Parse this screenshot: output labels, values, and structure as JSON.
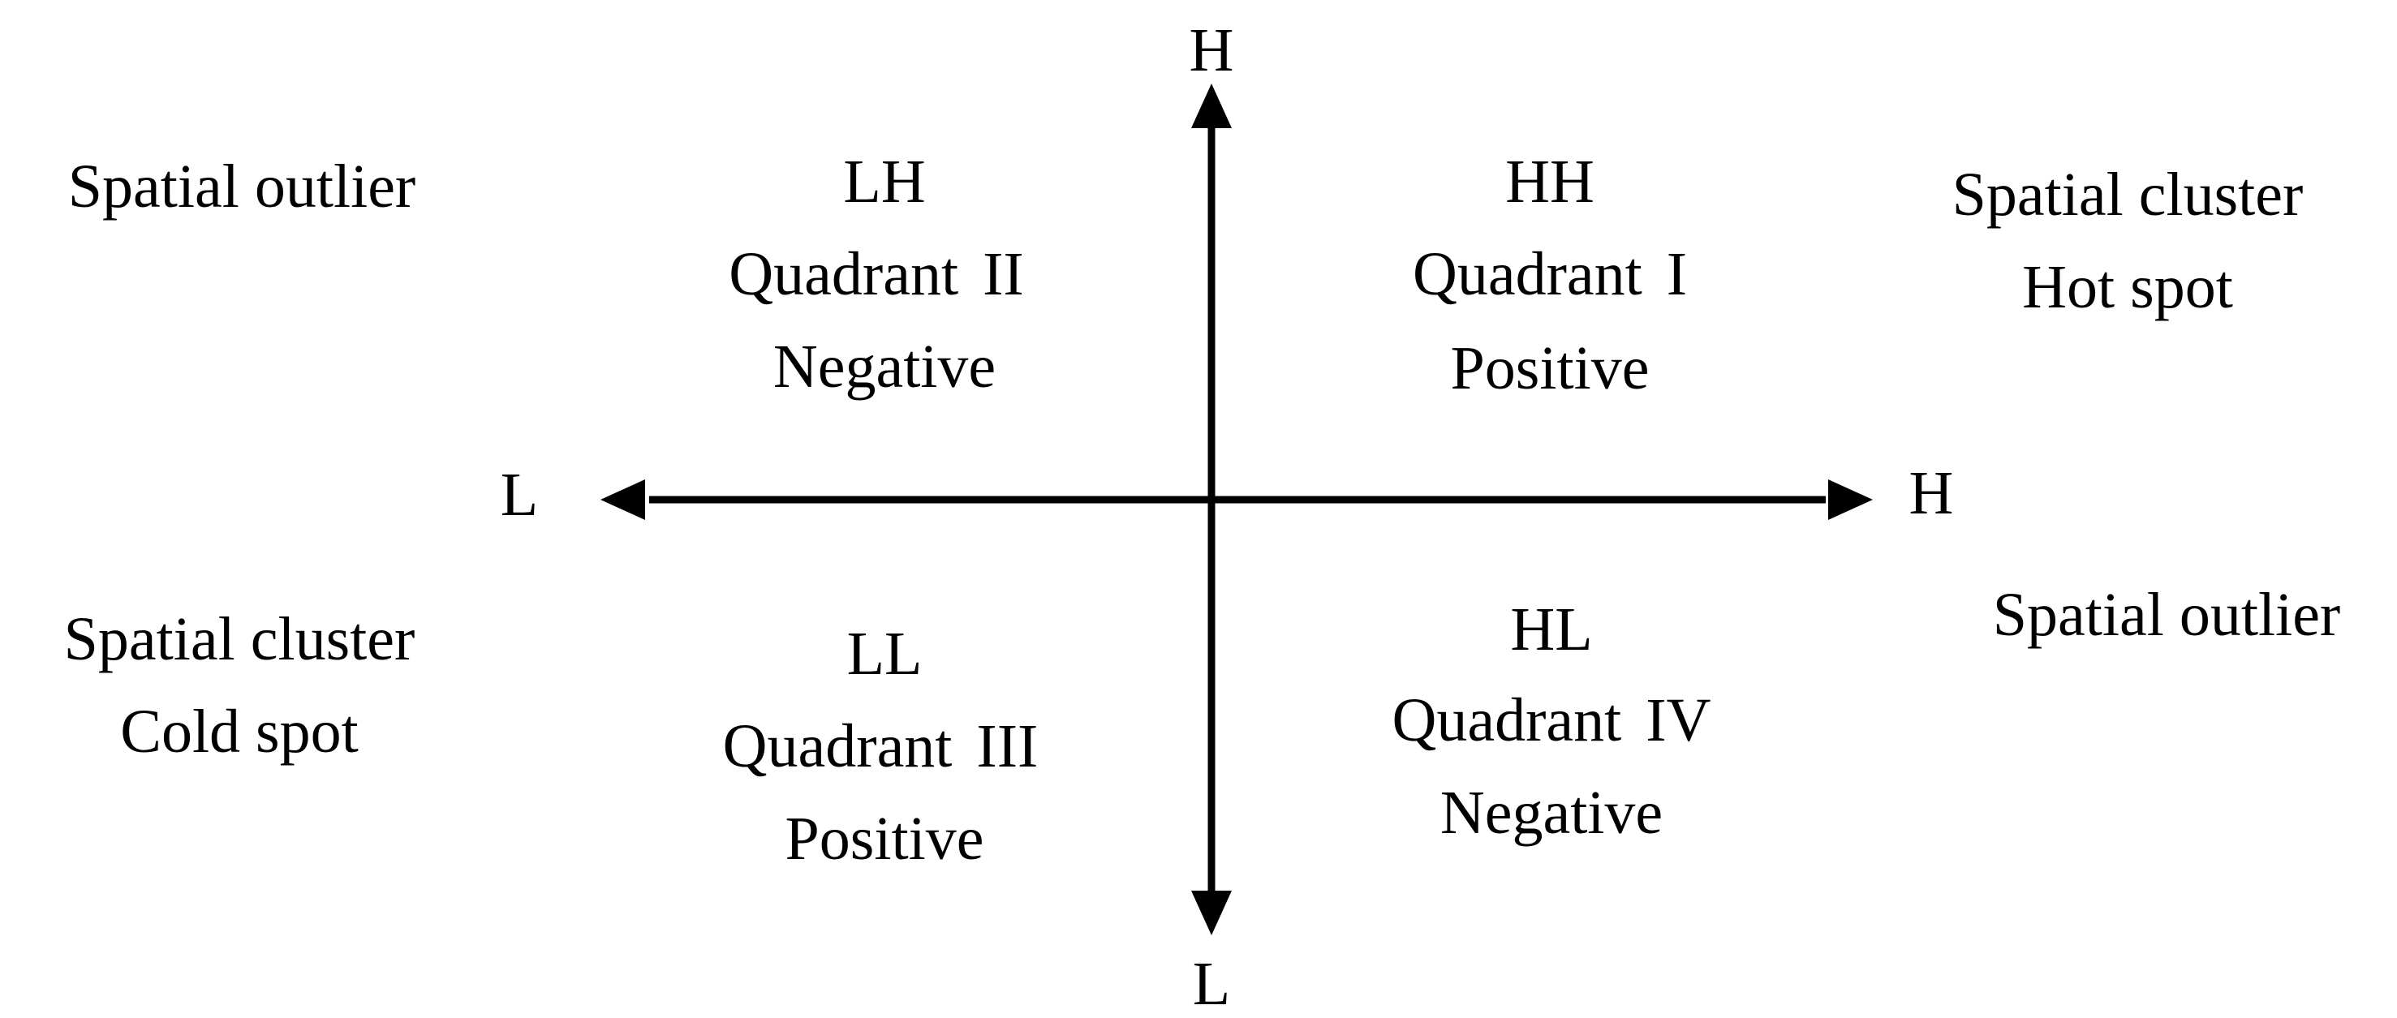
{
  "axes": {
    "y_top": "H",
    "y_bottom": "L",
    "x_left": "L",
    "x_right": "H"
  },
  "quadrants": {
    "q1": {
      "code": "HH",
      "label": "Quadrant",
      "numeral": "I",
      "correlation": "Positive"
    },
    "q2": {
      "code": "LH",
      "label": "Quadrant",
      "numeral": "II",
      "correlation": "Negative"
    },
    "q3": {
      "code": "LL",
      "label": "Quadrant",
      "numeral": "III",
      "correlation": "Positive"
    },
    "q4": {
      "code": "HL",
      "label": "Quadrant",
      "numeral": "IV",
      "correlation": "Negative"
    }
  },
  "side_labels": {
    "top_left": "Spatial outlier",
    "top_right_1": "Spatial cluster",
    "top_right_2": "Hot spot",
    "bottom_left_1": "Spatial cluster",
    "bottom_left_2": "Cold spot",
    "bottom_right": "Spatial outlier"
  },
  "colors": {
    "ink": "#000000",
    "background": "#ffffff"
  }
}
